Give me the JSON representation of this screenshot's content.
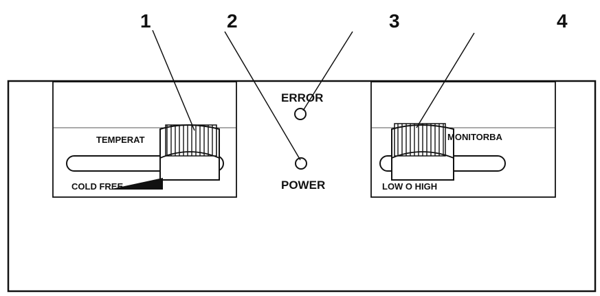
{
  "callouts": [
    {
      "number": "1"
    },
    {
      "number": "2"
    },
    {
      "number": "3"
    },
    {
      "number": "4"
    }
  ],
  "left_control": {
    "label": "TEMPERAT",
    "scale_label": "COLD FREE"
  },
  "indicators": {
    "error_label": "ERROR",
    "power_label": "POWER"
  },
  "right_control": {
    "label": "MONITORBA",
    "scale_label": "LOW O HIGH"
  }
}
